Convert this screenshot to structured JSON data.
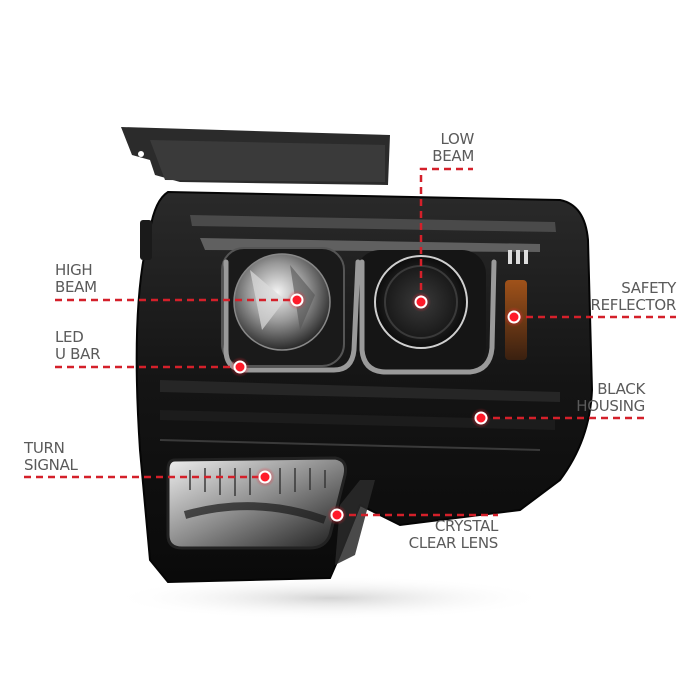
{
  "diagram": {
    "subject": "Black projector headlight with LED U bar",
    "accent_color": "#d4202a",
    "housing_color": "#111111",
    "callouts": [
      {
        "id": "low-beam",
        "lines": [
          "LOW",
          "BEAM"
        ],
        "side": "top",
        "dot": [
          421,
          302
        ]
      },
      {
        "id": "high-beam",
        "lines": [
          "HIGH",
          "BEAM"
        ],
        "side": "left",
        "dot": [
          297,
          299
        ]
      },
      {
        "id": "safety-reflector",
        "lines": [
          "SAFETY",
          "REFLECTOR"
        ],
        "side": "right",
        "dot": [
          514,
          317
        ]
      },
      {
        "id": "led-u-bar",
        "lines": [
          "LED",
          "U BAR"
        ],
        "side": "left",
        "dot": [
          240,
          367
        ]
      },
      {
        "id": "black-housing",
        "lines": [
          "BLACK",
          "HOUSING"
        ],
        "side": "right",
        "dot": [
          481,
          418
        ]
      },
      {
        "id": "turn-signal",
        "lines": [
          "TURN",
          "SIGNAL"
        ],
        "side": "left",
        "dot": [
          265,
          477
        ]
      },
      {
        "id": "crystal-clear-lens",
        "lines": [
          "CRYSTAL",
          "CLEAR LENS"
        ],
        "side": "right",
        "dot": [
          337,
          515
        ]
      }
    ]
  }
}
